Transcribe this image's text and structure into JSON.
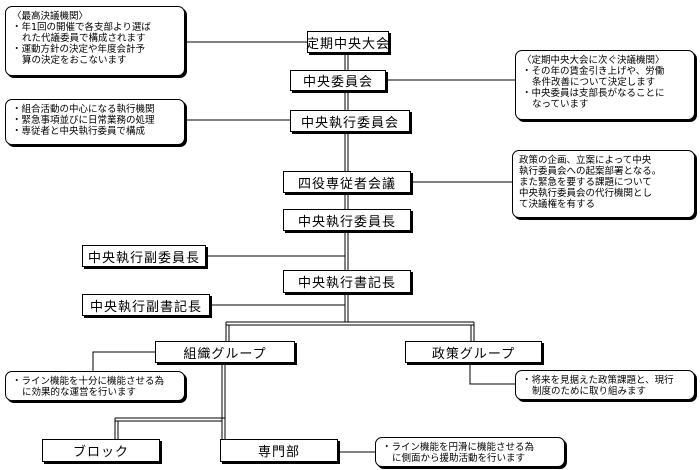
{
  "nodes": {
    "convention": "定期中央大会",
    "central_committee": "中央委員会",
    "executive_committee": "中央執行委員会",
    "four_officers": "四役専従者会議",
    "chairman": "中央執行委員長",
    "vice_chairman": "中央執行副委員長",
    "secretary_general": "中央執行書記長",
    "deputy_secretary": "中央執行副書記長",
    "organization_group": "組織グループ",
    "policy_group": "政策グループ",
    "block": "ブロック",
    "specialist_dept": "専門部"
  },
  "notes": {
    "convention": {
      "header": "〈最高決議機関〉",
      "items": [
        [
          "年1回の開催で各支部より選ば",
          "れた代議委員で構成されます"
        ],
        [
          "運動方針の決定や年度会計予",
          "算の決定をおこないます"
        ]
      ]
    },
    "central_committee": {
      "header": "〈定期中央大会に次ぐ決議機関〉",
      "items": [
        [
          "その年の賃金引き上げや、労働",
          "条件改善について決定します"
        ],
        [
          "中央委員は支部長がなることに",
          "なっています"
        ]
      ]
    },
    "executive_committee": {
      "items": [
        [
          "組合活動の中心になる執行機関"
        ],
        [
          "緊急事項並びに日常業務の処理"
        ],
        [
          "専従者と中央執行委員で構成"
        ]
      ]
    },
    "four_officers": {
      "lines": [
        "政策の企画、立案によって中央",
        "執行委員会への起案部署となる。",
        "また緊急を要する課題について",
        "中央執行委員会の代行機関とし",
        "て決議権を有する"
      ]
    },
    "organization_group": {
      "items": [
        [
          "ライン機能を十分に機能させる為",
          "に効果的な運営を行います"
        ]
      ]
    },
    "policy_group": {
      "items": [
        [
          "将来を見据えた政策課題と、現行",
          "制度のために取り組みます"
        ]
      ]
    },
    "specialist_dept": {
      "items": [
        [
          "ライン機能を円滑に機能させる為",
          "に側面から援助活動を行います"
        ]
      ]
    }
  }
}
